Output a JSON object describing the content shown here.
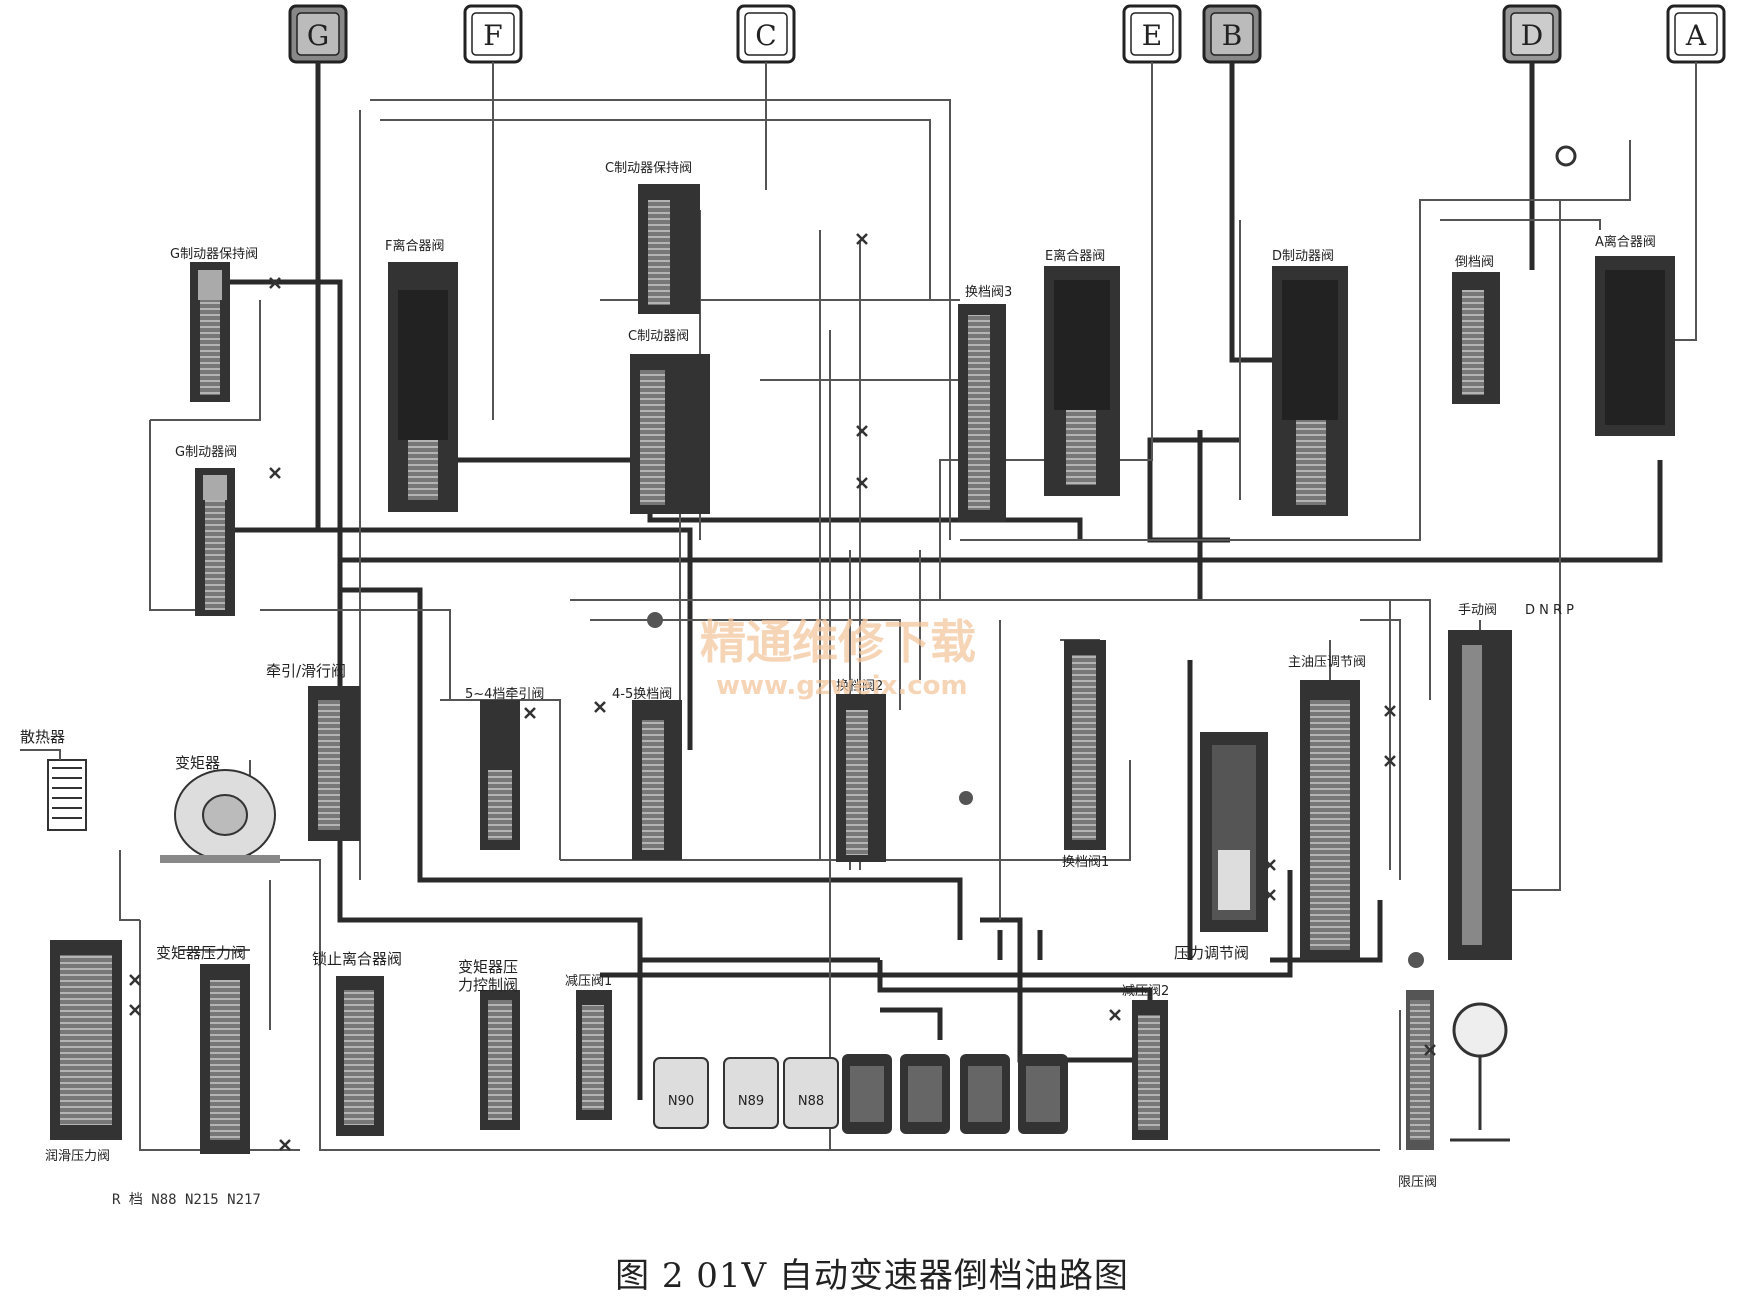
{
  "terminals": [
    "G",
    "F",
    "C",
    "E",
    "B",
    "D",
    "A"
  ],
  "labels": {
    "g_brake_hold_valve": "G制动器保持阀",
    "f_clutch_valve": "F离合器阀",
    "c_brake_hold_valve": "C制动器保持阀",
    "c_brake_valve": "C制动器阀",
    "shift_valve_3": "换档阀3",
    "e_clutch_valve": "E离合器阀",
    "d_brake_valve": "D制动器阀",
    "reverse_valve": "倒档阀",
    "a_clutch_valve": "A离合器阀",
    "g_brake_valve": "G制动器阀",
    "traction_coast_valve": "牵引/滑行阀",
    "traction_5_4_valve": "5~4档牵引阀",
    "shift_4_5_valve": "4-5换档阀",
    "shift_valve_2": "换档阀2",
    "shift_valve_1": "换档阀1",
    "manual_valve": "手动阀",
    "manual_positions": "D N R P",
    "main_pressure_reg_valve": "主油压调节阀",
    "pressure_reg_valve": "压力调节阀",
    "radiator": "散热器",
    "torque_converter": "变矩器",
    "tc_pressure_valve": "变矩器压力阀",
    "lockup_clutch_valve": "锁止离合器阀",
    "tc_pressure_ctrl_valve_1": "变矩器压",
    "tc_pressure_ctrl_valve_2": "力控制阀",
    "reducing_valve_1": "减压阀1",
    "reducing_valve_2": "减压阀2",
    "lube_pressure_valve": "润滑压力阀",
    "limit_valve": "限压阀",
    "n90": "N90",
    "n89": "N89",
    "n88": "N88"
  },
  "footnote": "R 档   N88  N215  N217",
  "watermark": {
    "cn": "精通维修下载",
    "url": "www.gzweix.com"
  },
  "caption": "图 2   01V 自动变速器倒档油路图",
  "colors": {
    "line_dark": "#2a2a2a",
    "line_thin": "#555555",
    "valve_dark": "#333333",
    "watermark": "#f3c7a0"
  }
}
